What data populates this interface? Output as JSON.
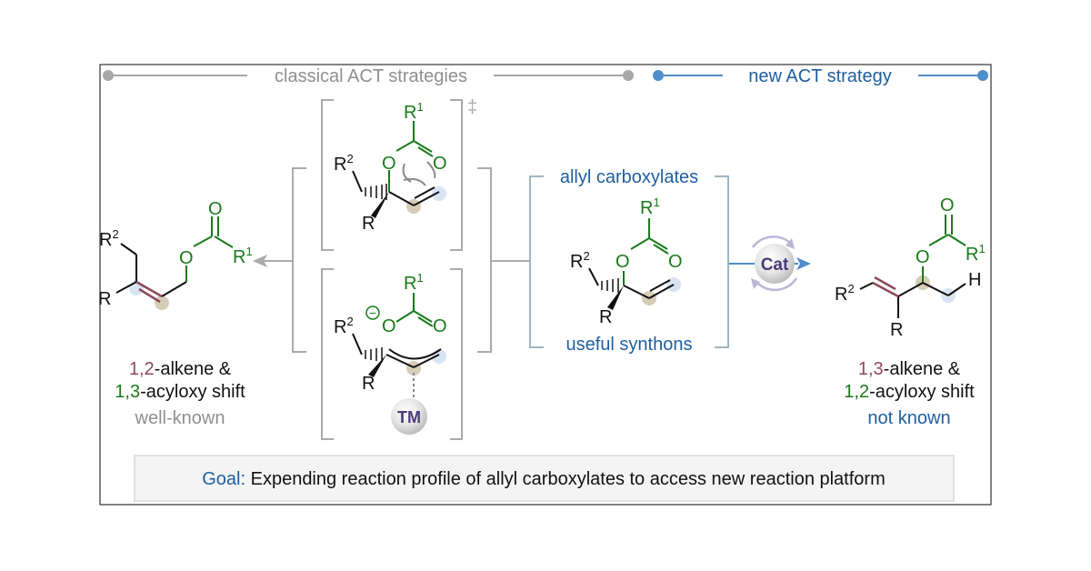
{
  "header": {
    "classical_label": "classical ACT strategies",
    "new_label": "new ACT strategy"
  },
  "ts_labels": {
    "dagger": "‡",
    "cyclic": {
      "r1": "R",
      "r1_sup": "1",
      "o1": "O",
      "o2": "O",
      "r2": "R",
      "r2_sup": "2",
      "r": "R"
    },
    "tm": {
      "r1": "R",
      "r1_sup": "1",
      "minus": "−",
      "o1": "O",
      "o2": "O",
      "r2": "R",
      "r2_sup": "2",
      "r": "R",
      "tm": "TM"
    }
  },
  "left_product": {
    "r2": "R",
    "r2_sup": "2",
    "r": "R",
    "o1": "O",
    "o2": "O",
    "r1": "R",
    "r1_sup": "1",
    "caption_line1_num": "1,2",
    "caption_line1_rest": "-alkene &",
    "caption_line2_num": "1,3",
    "caption_line2_rest": "-acyloxy shift",
    "status": "well-known"
  },
  "center_substrate": {
    "top_label": "allyl carboxylates",
    "bottom_label": "useful synthons",
    "r1": "R",
    "r1_sup": "1",
    "o1": "O",
    "o2": "O",
    "r2": "R",
    "r2_sup": "2",
    "r": "R"
  },
  "catalyst": {
    "label": "Cat"
  },
  "right_product": {
    "o1": "O",
    "o2": "O",
    "r1": "R",
    "r1_sup": "1",
    "r2": "R",
    "r2_sup": "2",
    "r": "R",
    "h": "H",
    "caption_line1_num": "1,3",
    "caption_line1_rest": "-alkene &",
    "caption_line2_num": "1,2",
    "caption_line2_rest": "-acyloxy shift",
    "status": "not known"
  },
  "goal": {
    "prefix": "Goal:",
    "text": " Expending reaction profile of allyl carboxylates to access new reaction platform"
  },
  "colors": {
    "green": "#1a7a1a",
    "blue": "#1f5fa0",
    "maroon": "#8c4a5a",
    "gray": "#9a9a9a",
    "steel": "#9fb6c4",
    "purple": "#4a3a7a",
    "arrow_blue": "#4f8ec8"
  }
}
